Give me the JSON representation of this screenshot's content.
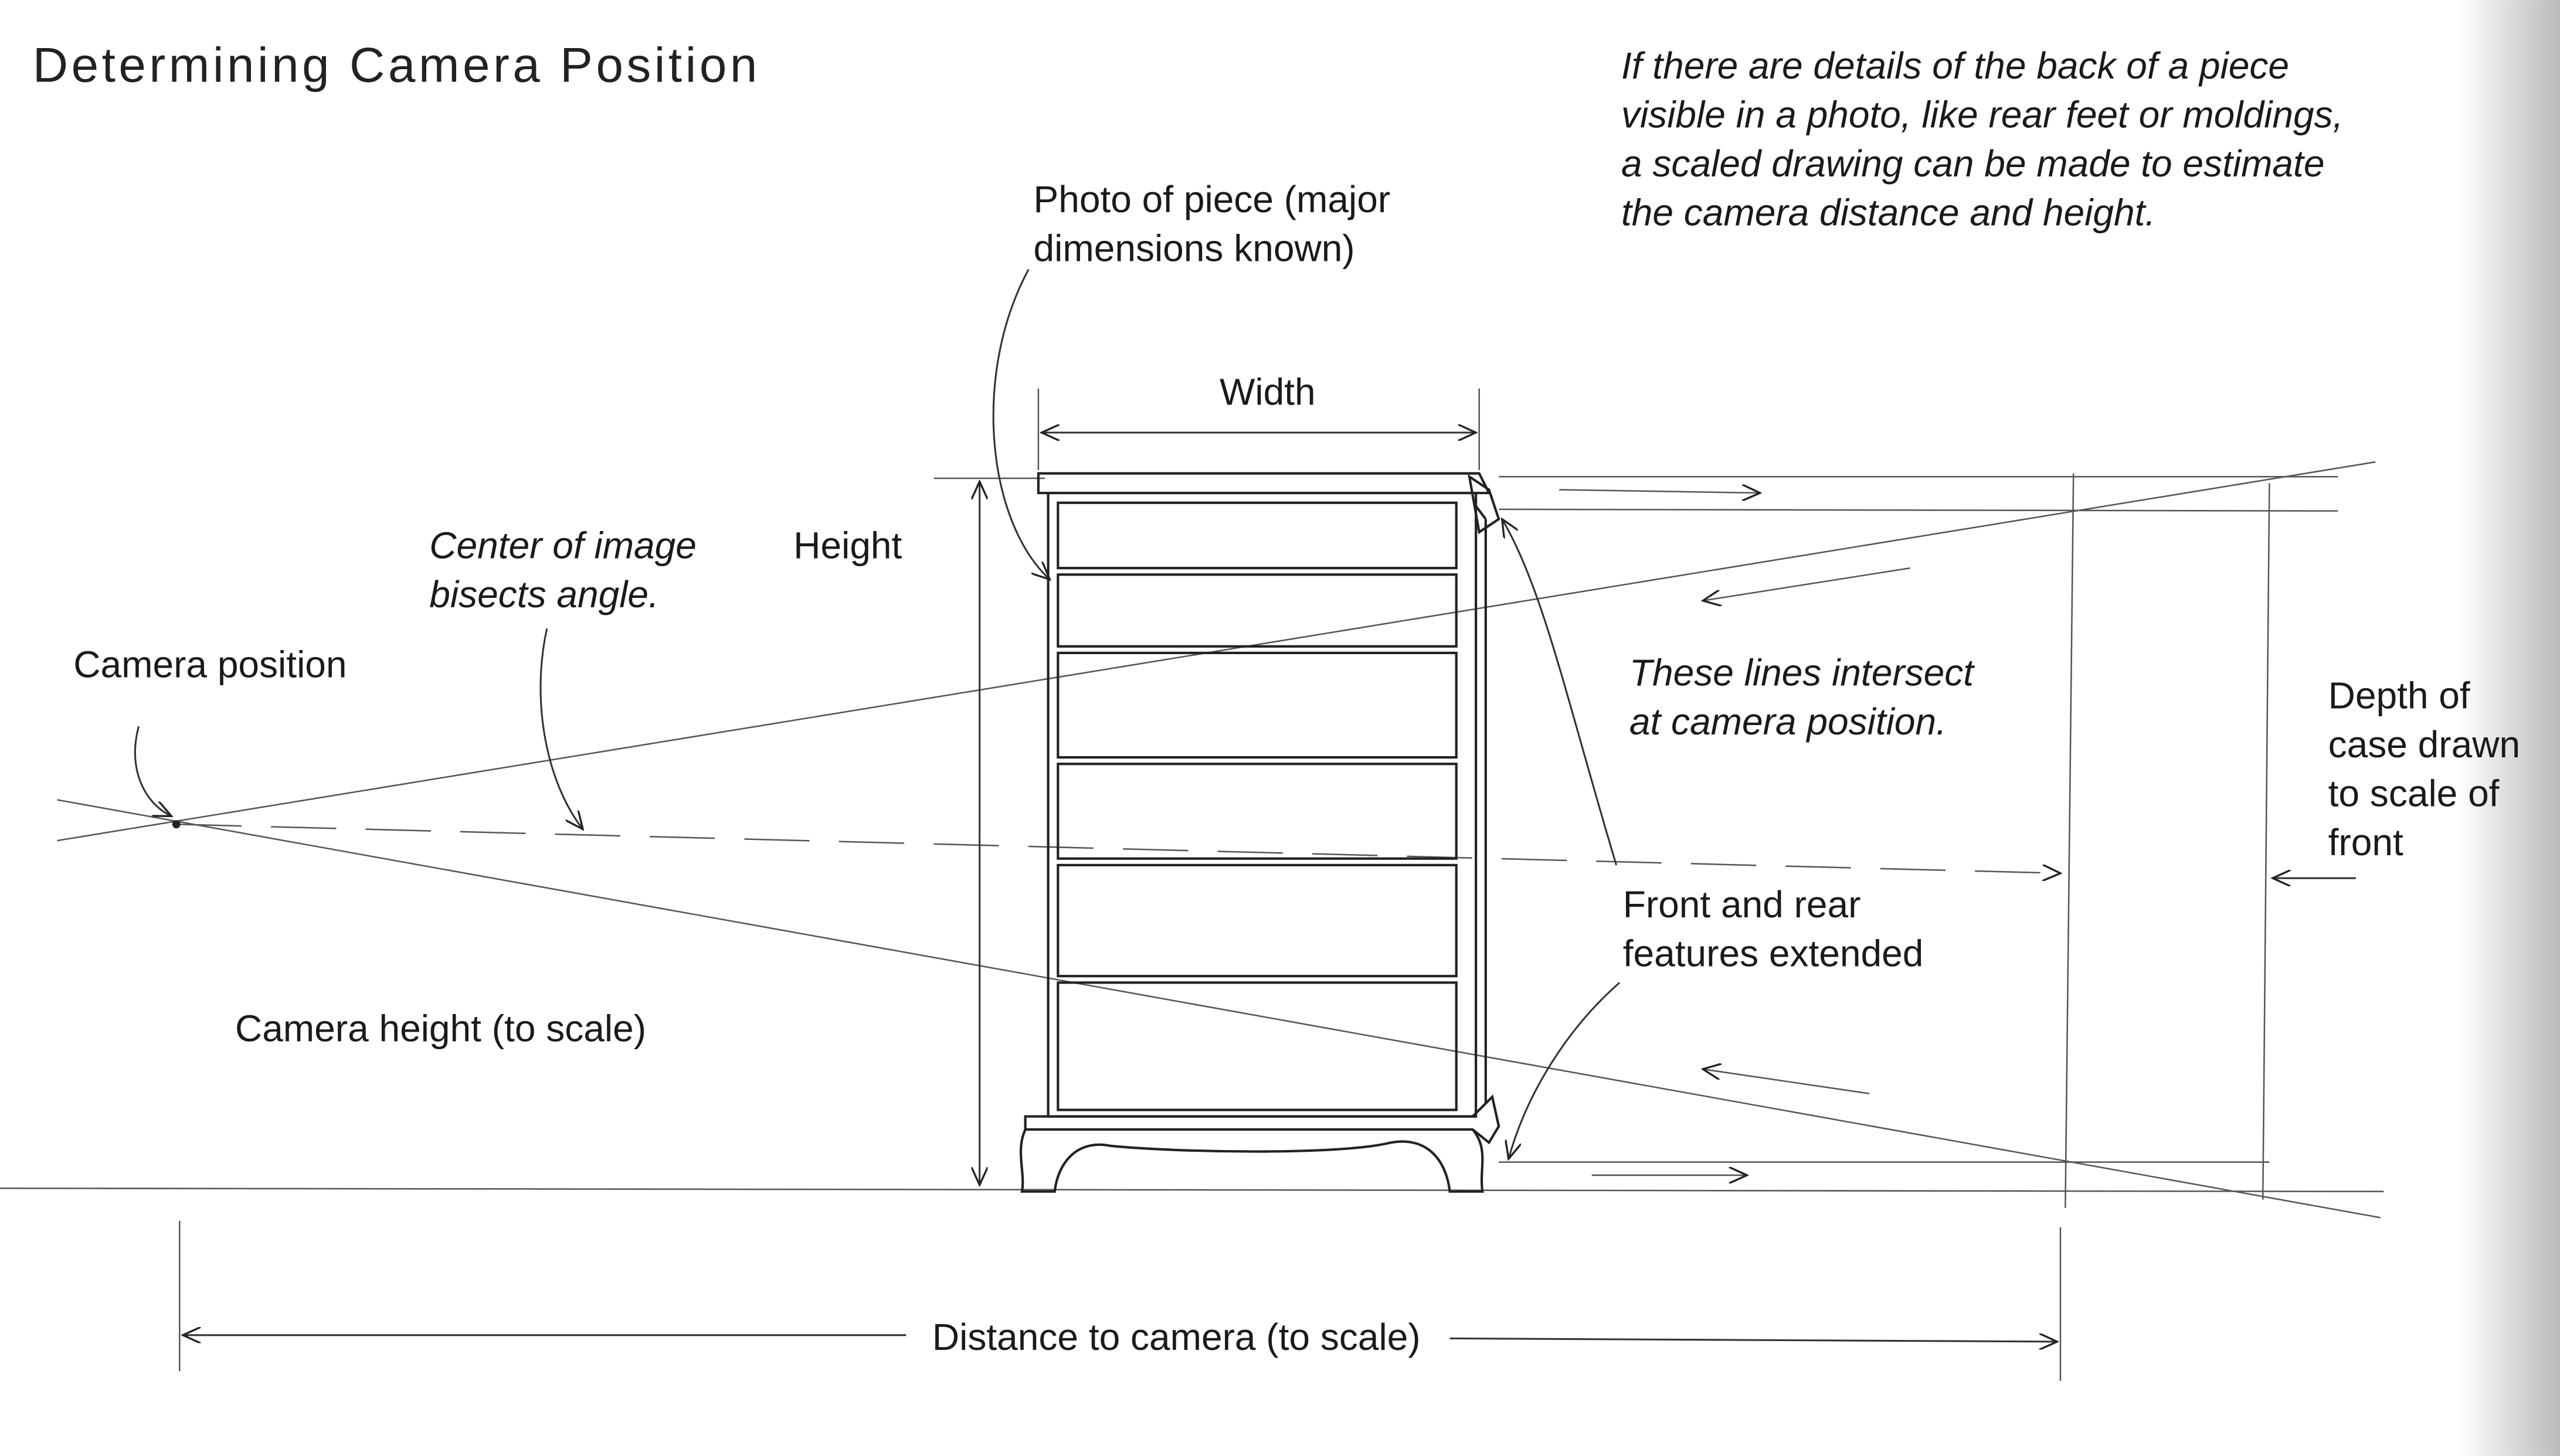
{
  "title": "Determining Camera Position",
  "note": {
    "lines": [
      "If there are details of the back of a piece",
      "visible in a photo, like rear feet or moldings,",
      "a scaled drawing can be made to estimate",
      "the camera distance and height."
    ]
  },
  "labels": {
    "photo": [
      "Photo of piece (major",
      "dimensions known)"
    ],
    "width": "Width",
    "height": "Height",
    "center": [
      "Center of image",
      "bisects angle."
    ],
    "camera_position": "Camera position",
    "intersect": [
      "These lines intersect",
      "at camera position."
    ],
    "depth": [
      "Depth of",
      "case drawn",
      "to scale of",
      "front"
    ],
    "front_rear": [
      "Front and rear",
      "features extended"
    ],
    "camera_height": "Camera height (to scale)",
    "distance": "Distance to camera (to scale)"
  }
}
